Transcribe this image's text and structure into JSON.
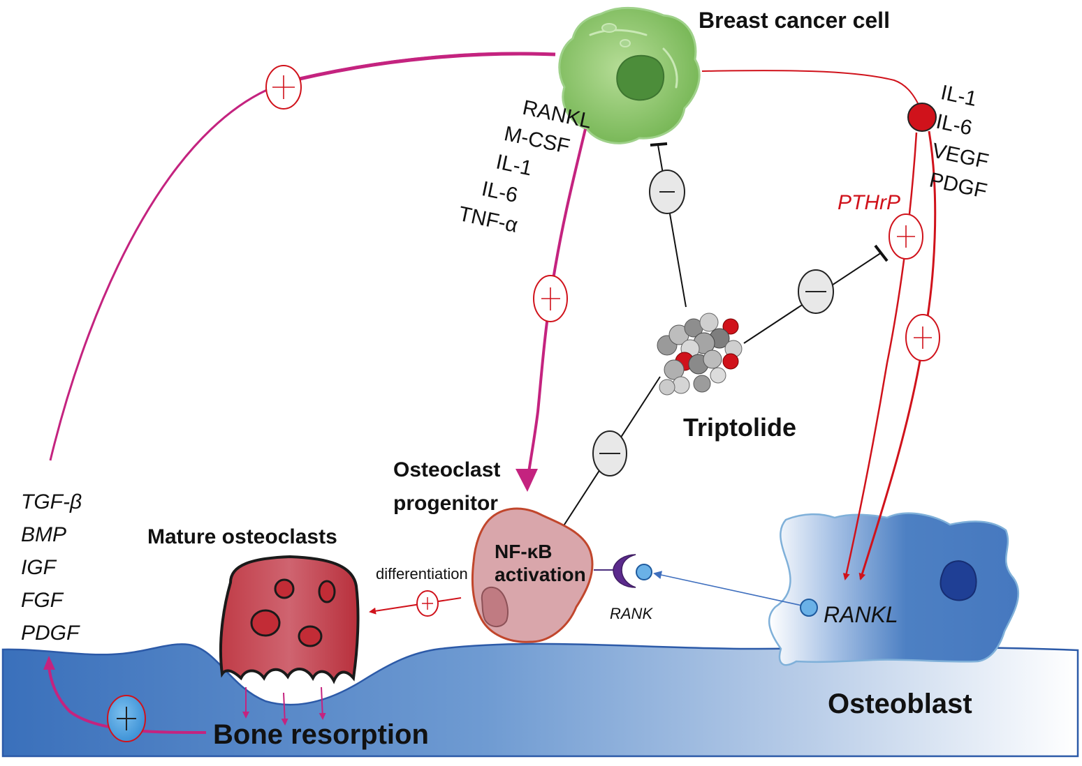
{
  "labels": {
    "breast_cancer_cell": "Breast cancer cell",
    "triptolide": "Triptolide",
    "osteoclast_progenitor_line1": "Osteoclast",
    "osteoclast_progenitor_line2": "progenitor",
    "mature_osteoclasts": "Mature osteoclasts",
    "nfkb_line1": "NF-κB",
    "nfkb_line2": "activation",
    "differentiation": "differentiation",
    "rank": "RANK",
    "rankl_osteoblast": "RANKL",
    "osteoblast": "Osteoblast",
    "bone_resorption": "Bone resorption",
    "pthrp": "PTHrP"
  },
  "factors_cancer_to_osteoclast": [
    "RANKL",
    "M-CSF",
    "IL-1",
    "IL-6",
    "TNF-α"
  ],
  "factors_cancer_to_osteoblast": [
    "IL-1",
    "IL-6",
    "VEGF",
    "PDGF"
  ],
  "factors_bone_matrix": [
    "TGF-β",
    "BMP",
    "IGF",
    "FGF",
    "PDGF"
  ],
  "signs": {
    "plus": "+",
    "minus": "−"
  },
  "colors": {
    "magenta": "#c4237f",
    "red": "#d0121b",
    "bone_blue": "#3d73bd",
    "osteoblast_blue": "#4c7fc2",
    "cancer_green": "#8cc56b",
    "osteoclast_red": "#c2424c",
    "progenitor_pink": "#d9a5a9"
  }
}
